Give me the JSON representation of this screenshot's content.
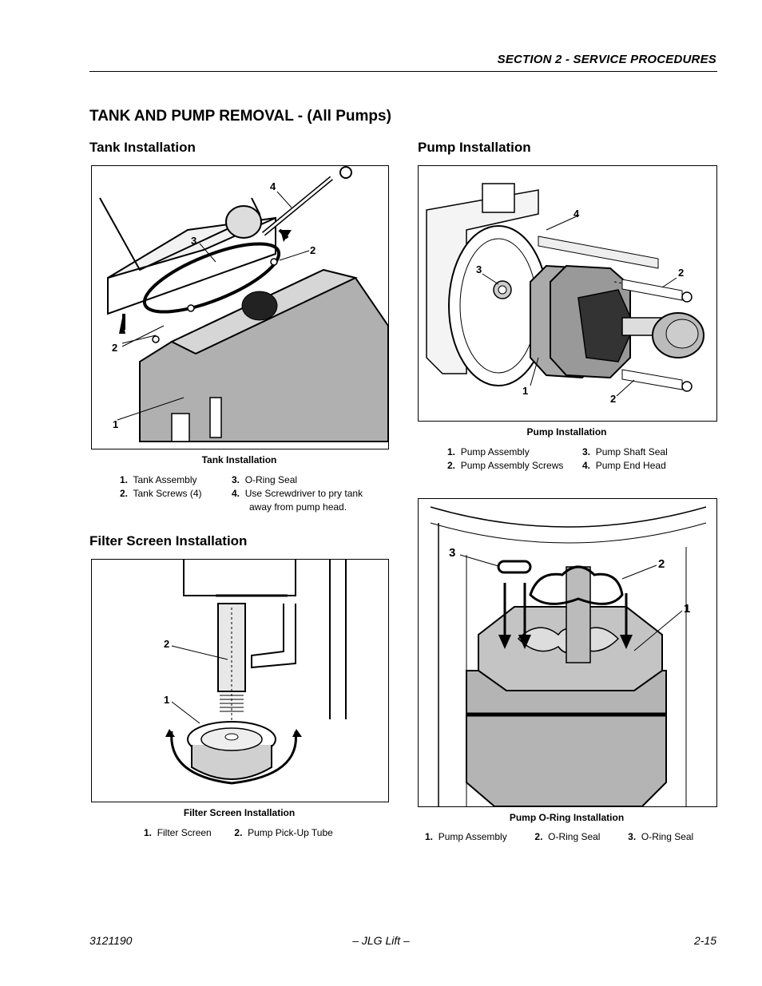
{
  "header": {
    "section": "SECTION 2 - SERVICE PROCEDURES"
  },
  "title": "TANK AND PUMP REMOVAL - (All Pumps)",
  "tank": {
    "heading": "Tank Installation",
    "caption": "Tank Installation",
    "callouts": [
      "1",
      "2",
      "2",
      "3",
      "4"
    ],
    "legend": [
      {
        "num": "1.",
        "text": "Tank Assembly"
      },
      {
        "num": "2.",
        "text": "Tank Screws (4)"
      },
      {
        "num": "3.",
        "text": "O-Ring Seal"
      },
      {
        "num": "4.",
        "text": "Use Screwdriver to pry tank"
      },
      {
        "cont": "away from pump head."
      }
    ]
  },
  "filter": {
    "heading": "Filter Screen Installation",
    "caption": "Filter Screen Installation",
    "callouts": [
      "1",
      "2"
    ],
    "legend": [
      {
        "num": "1.",
        "text": "Filter Screen"
      },
      {
        "num": "2.",
        "text": "Pump Pick-Up Tube"
      }
    ]
  },
  "pump": {
    "heading": "Pump Installation",
    "caption": "Pump Installation",
    "callouts": [
      "1",
      "2",
      "2",
      "3",
      "4"
    ],
    "legend": [
      {
        "num": "1.",
        "text": "Pump Assembly"
      },
      {
        "num": "2.",
        "text": "Pump Assembly Screws"
      },
      {
        "num": "3.",
        "text": "Pump Shaft Seal"
      },
      {
        "num": "4.",
        "text": "Pump End Head"
      }
    ]
  },
  "oring": {
    "caption": "Pump O-Ring Installation",
    "callouts": [
      "1",
      "2",
      "3"
    ],
    "legend": [
      {
        "num": "1.",
        "text": "Pump Assembly"
      },
      {
        "num": "2.",
        "text": "O-Ring Seal"
      },
      {
        "num": "3.",
        "text": "O-Ring Seal"
      }
    ]
  },
  "footer": {
    "doc_number": "3121190",
    "center": "– JLG Lift –",
    "page": "2-15"
  }
}
